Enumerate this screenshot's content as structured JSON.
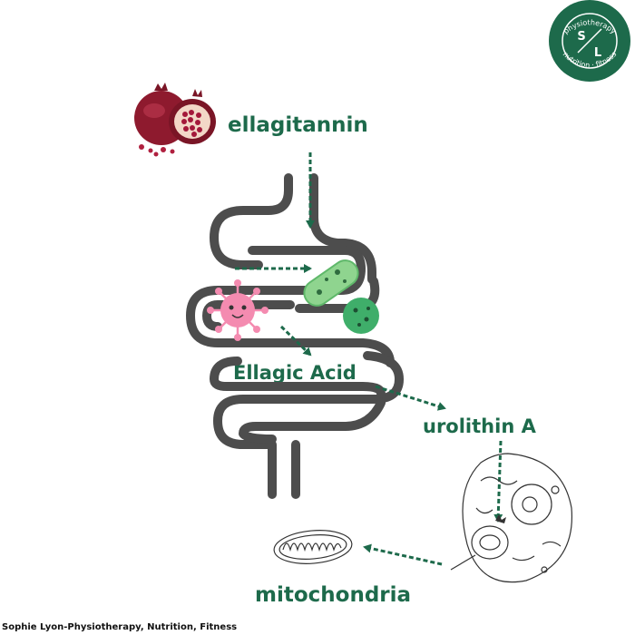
{
  "logo": {
    "letter_top": "S",
    "letter_bottom": "L",
    "ring_text_top": "physiotherapy",
    "ring_text_bottom": "nutrition · fitness",
    "color": "#1d6a4b"
  },
  "labels": {
    "ellagitannin": "ellagitannin",
    "ellagic_acid": "Ellagic Acid",
    "urolithin": "urolithin A",
    "mitochondria": "mitochondria"
  },
  "footer": "Sophie Lyon-Physiotherapy, Nutrition, Fitness",
  "icons": [
    "pomegranate-icon",
    "gut-diagram",
    "bacteria-icon",
    "virus-icon",
    "cell-icon",
    "mitochondria-icon"
  ],
  "colors": {
    "label": "#1d6a4b",
    "gut": "#4d4d4d",
    "pomegranate": "#9b1c33",
    "bacteria_light": "#7fce85",
    "bacteria_dark": "#3fae6a",
    "virus": "#f48bb0"
  }
}
